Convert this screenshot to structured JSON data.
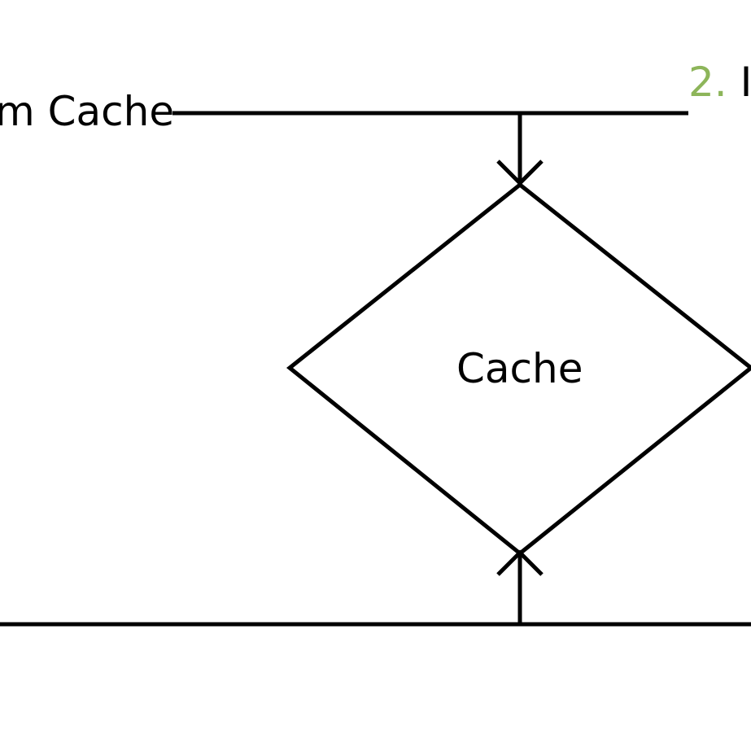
{
  "labels": {
    "top_left": "m Cache",
    "diamond": "Cache",
    "step_number": "2.",
    "step_text": "I"
  },
  "colors": {
    "stroke": "#000000",
    "step_number": "#8db55a",
    "background": "#ffffff"
  }
}
